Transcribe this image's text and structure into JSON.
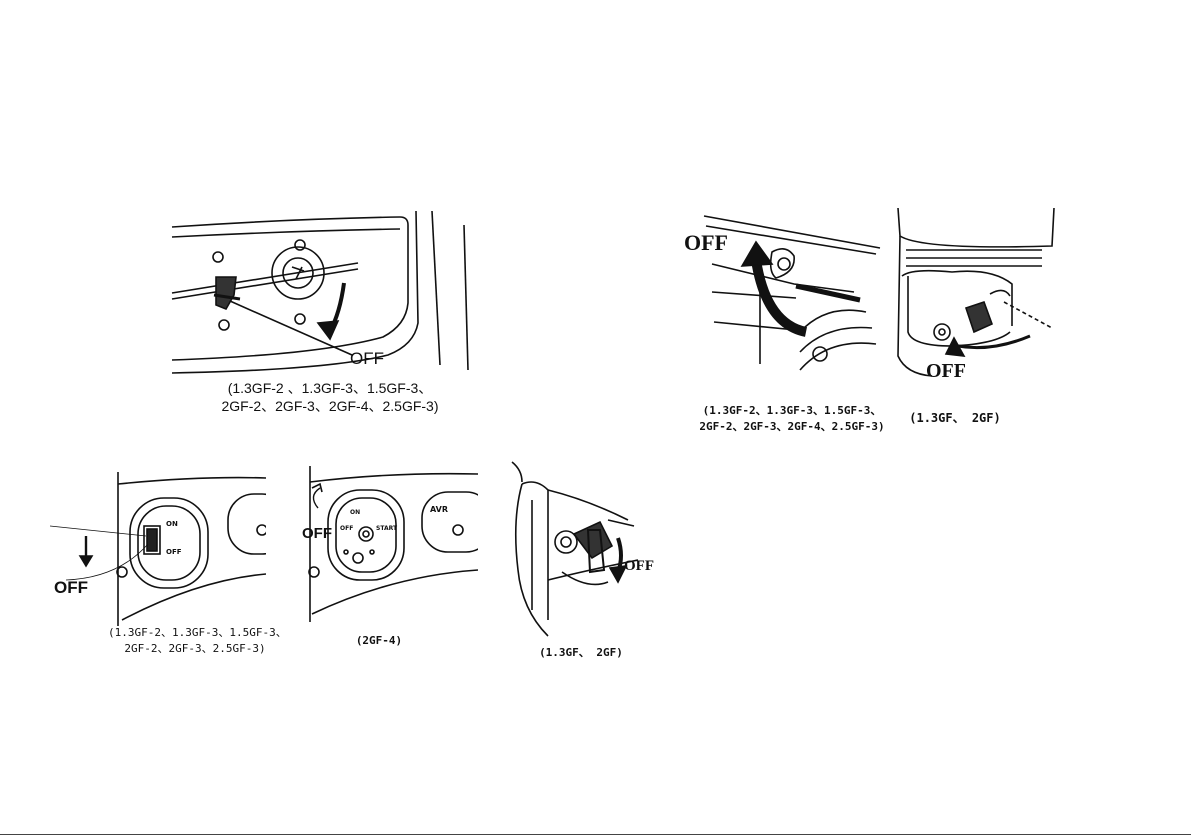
{
  "labels": {
    "off": "OFF",
    "on": "ON",
    "start": "START",
    "avr": "AVR"
  },
  "captions": {
    "fig1": {
      "line1": "(1.3GF-2 、1.3GF-3、1.5GF-3、",
      "line2": "2GF-2、2GF-3、2GF-4、2.5GF-3)"
    },
    "fig2": {
      "line1": "(1.3GF-2、1.3GF-3、1.5GF-3、",
      "line2": "2GF-2、2GF-3、2GF-4、2.5GF-3)"
    },
    "fig3": {
      "line1": "(1.3GF、 2GF)"
    },
    "fig4": {
      "line1": "(1.3GF-2、1.3GF-3、1.5GF-3、",
      "line2": "2GF-2、2GF-3、2.5GF-3)"
    },
    "fig5": {
      "line1": "(2GF-4)"
    },
    "fig6": {
      "line1": "(1.3GF、 2GF)"
    }
  }
}
